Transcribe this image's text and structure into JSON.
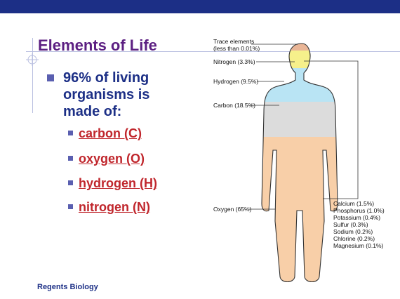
{
  "slide": {
    "title": "Elements of Life",
    "main_bullet_line1": "96% of living",
    "main_bullet_rest": "organisms is made of:",
    "sub_items": [
      "carbon (C)",
      "oxygen (O)",
      "hydrogen (H)",
      "nitrogen (N)"
    ],
    "footer": "Regents Biology"
  },
  "figure": {
    "labels": {
      "trace_line1": "Trace elements",
      "trace_line2": "(less than 0.01%)",
      "nitrogen": "Nitrogen (3.3%)",
      "hydrogen": "Hydrogen (9.5%)",
      "carbon": "Carbon (18.5%)",
      "oxygen": "Oxygen (65%)"
    },
    "others": [
      "Calcium (1.5%)",
      "Phosphorus (1.0%)",
      "Potassium (0.4%)",
      "Sulfur (0.3%)",
      "Sodium (0.2%)",
      "Chlorine (0.2%)",
      "Magnesium (0.1%)"
    ],
    "colors": {
      "trace": "#e9b596",
      "nitrogen": "#f6f08b",
      "hydrogen": "#b9e4f4",
      "carbon": "#dcdcdc",
      "oxygen": "#f8cfa8",
      "outline": "#333333"
    }
  },
  "colors": {
    "topbar": "#1c2f86",
    "title": "#5c1f82",
    "text": "#1c2f86",
    "sub_item": "#c0262c"
  }
}
